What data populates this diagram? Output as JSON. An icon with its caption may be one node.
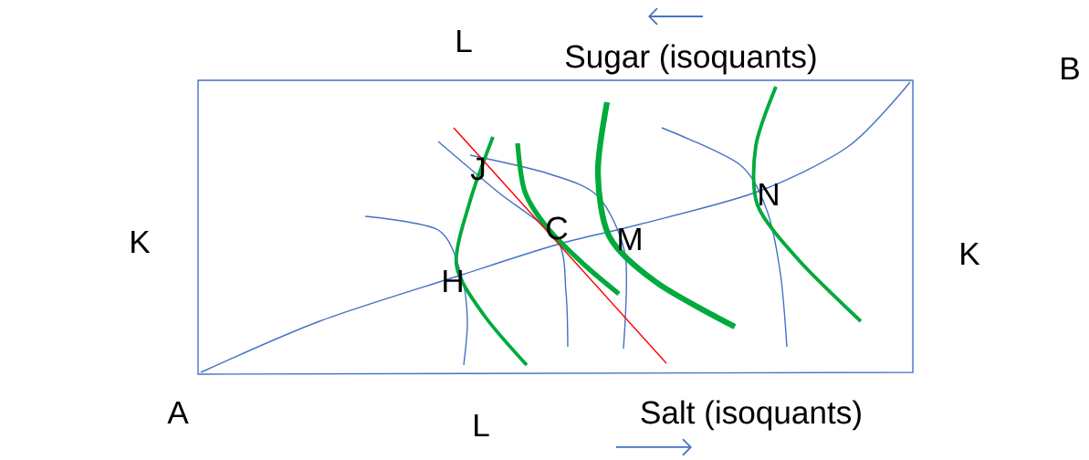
{
  "diagram": {
    "labels": [
      "L",
      "Sugar (isoquants)",
      "B",
      "J",
      "N",
      "K",
      "C",
      "M",
      "K",
      "H",
      "A",
      "Salt (isoquants)",
      "L"
    ]
  }
}
